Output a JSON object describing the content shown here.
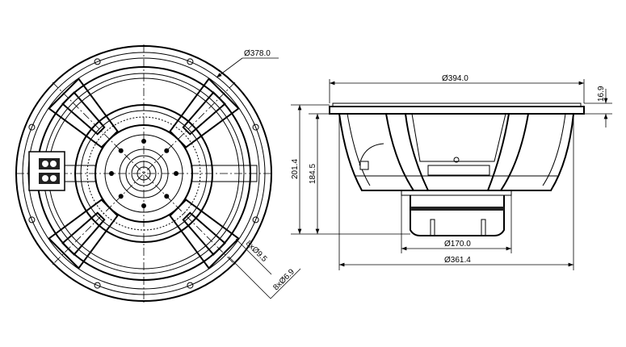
{
  "title": "Loudspeaker dimensional drawing",
  "front_view": {
    "outer_diameter": "Ø378.0",
    "hole_count_large": "8xØ9.5",
    "hole_count_small": "8xØ6.9"
  },
  "side_view": {
    "flange_diameter": "Ø394.0",
    "flange_thickness": "16.9",
    "overall_depth": "201.4",
    "mounting_depth": "184.5",
    "magnet_diameter": "Ø170.0",
    "basket_diameter": "Ø361.4"
  },
  "colors": {
    "line": "#000000",
    "background": "#ffffff"
  }
}
